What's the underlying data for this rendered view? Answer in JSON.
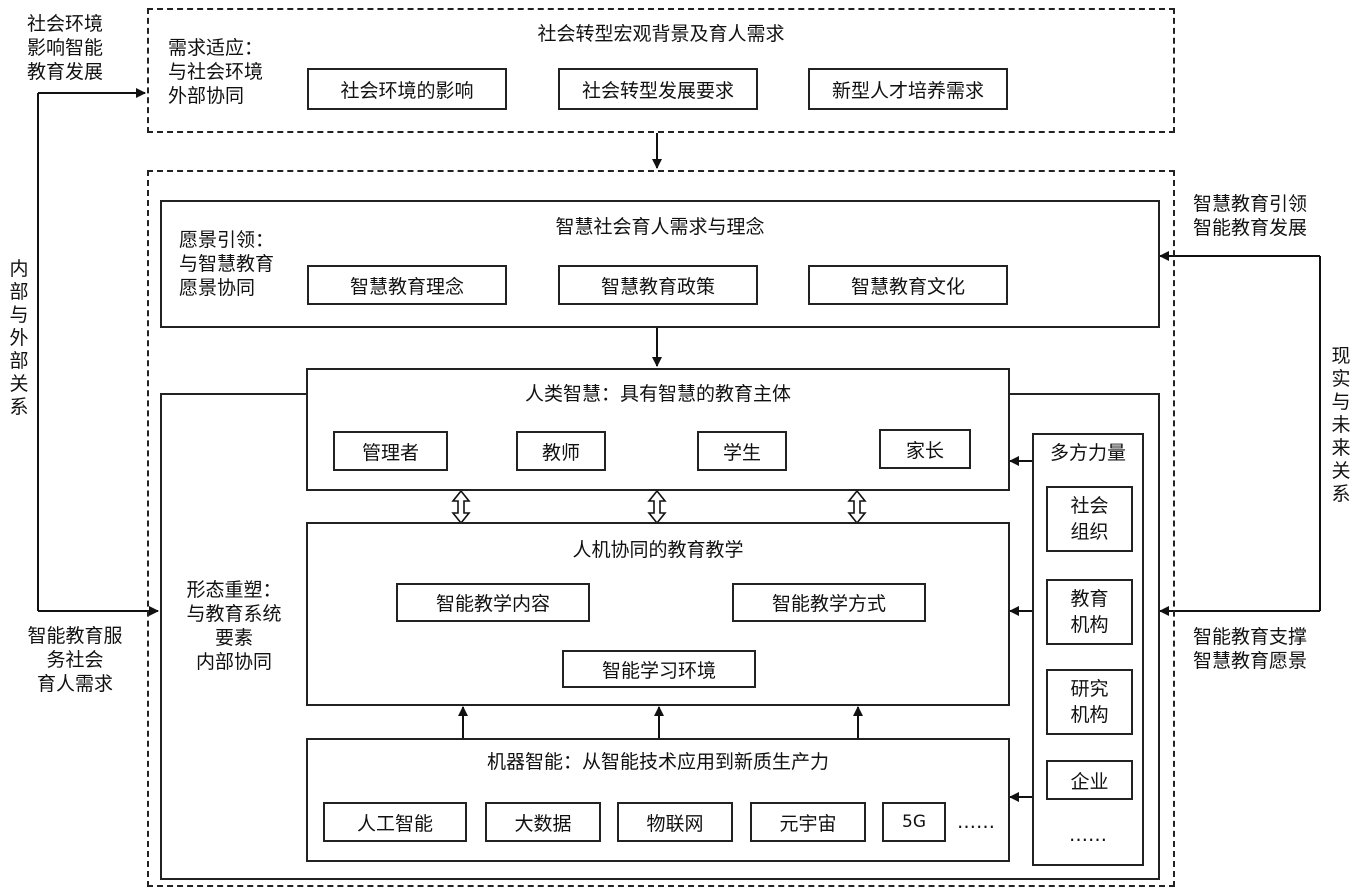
{
  "top": {
    "title": "社会转型宏观背景及育人需求",
    "side_label": "需求适应：\n与社会环境\n外部协同",
    "items": [
      "社会环境的影响",
      "社会转型发展要求",
      "新型人才培养需求"
    ]
  },
  "vision": {
    "title": "智慧社会育人需求与理念",
    "side_label": "愿景引领：\n与智慧教育\n愿景协同",
    "items": [
      "智慧教育理念",
      "智慧教育政策",
      "智慧教育文化"
    ]
  },
  "human": {
    "title": "人类智慧：具有智慧的教育主体",
    "items": [
      "管理者",
      "教师",
      "学生",
      "家长"
    ]
  },
  "collab": {
    "title": "人机协同的教育教学",
    "content": "智能教学内容",
    "method": "智能教学方式",
    "env": "智能学习环境"
  },
  "machine": {
    "title": "机器智能：从智能技术应用到新质生产力",
    "items": [
      "人工智能",
      "大数据",
      "物联网",
      "元宇宙",
      "5G"
    ],
    "ellipsis": "……"
  },
  "forces": {
    "title": "多方力量",
    "items": [
      "社会\n组织",
      "教育\n机构",
      "研究\n机构",
      "企业"
    ],
    "ellipsis": "……"
  },
  "reshape_label": "形态重塑：\n与教育系统\n要素\n内部协同",
  "left": {
    "top_note": "社会环境\n影响智能\n教育发展",
    "relation": "内部与外部关系",
    "bottom_note": "智能教育服\n务社会\n育人需求"
  },
  "right": {
    "top_note": "智慧教育引领\n智能教育发展",
    "relation": "现实与未来关系",
    "bottom_note": "智能教育支撑\n智慧教育愿景"
  }
}
